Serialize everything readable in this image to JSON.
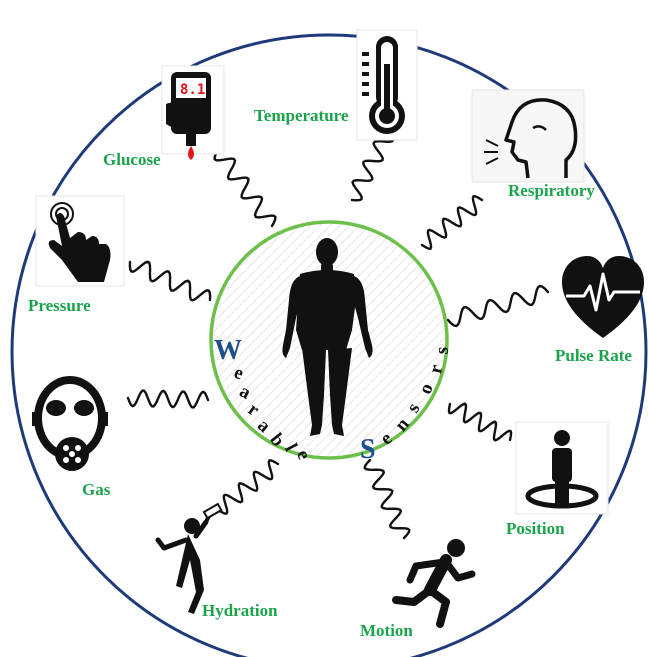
{
  "colors": {
    "outer_ring": "#1f3a7a",
    "inner_ring": "#6cc04a",
    "label_green": "#1aa34a",
    "accent_blue": "#1f4e8c",
    "icon_black": "#111111",
    "glucose_red": "#e0141b"
  },
  "center": {
    "icon": "human-body-icon",
    "caption_words": [
      "Wearable",
      "Sensors"
    ]
  },
  "sensors": [
    {
      "id": "temperature",
      "label": "Temperature",
      "icon": "thermometer-icon"
    },
    {
      "id": "glucose",
      "label": "Glucose",
      "icon": "glucose-meter-icon",
      "reading": "8.1"
    },
    {
      "id": "respiratory",
      "label": "Respiratory",
      "icon": "respiration-head-icon"
    },
    {
      "id": "pressure",
      "label": "Pressure",
      "icon": "finger-press-icon"
    },
    {
      "id": "pulse_rate",
      "label": "Pulse Rate",
      "icon": "heart-pulse-icon"
    },
    {
      "id": "gas",
      "label": "Gas",
      "icon": "gas-mask-icon"
    },
    {
      "id": "position",
      "label": "Position",
      "icon": "person-position-icon"
    },
    {
      "id": "hydration",
      "label": "Hydration",
      "icon": "drinking-person-icon"
    },
    {
      "id": "motion",
      "label": "Motion",
      "icon": "running-person-icon"
    }
  ]
}
